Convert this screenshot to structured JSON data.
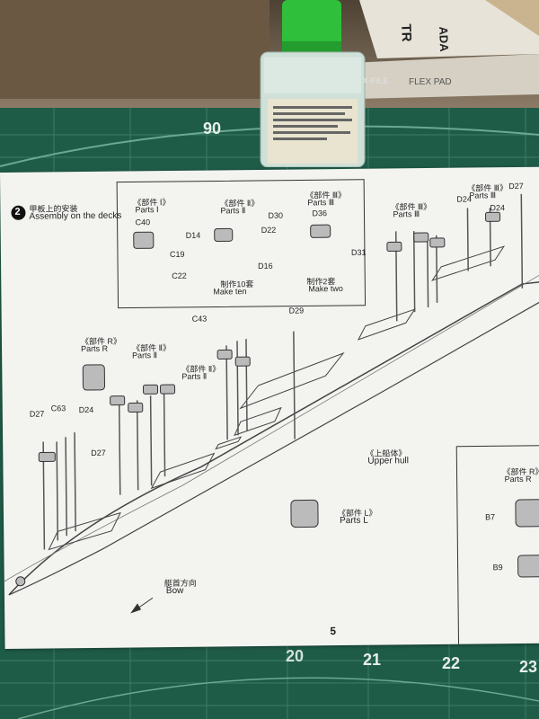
{
  "mat_labels": [
    "90",
    "20",
    "21",
    "22",
    "23"
  ],
  "bottle": {
    "brand": "X-FILE",
    "cap_color": "#2fbf3a"
  },
  "box_texts": [
    "TR",
    "ADA",
    "FLEX PAD"
  ],
  "instruction": {
    "step_number": "2",
    "title_zh": "甲板上的安装",
    "title_en": "Assembly on the decks",
    "page_number": "5",
    "inset_left": {
      "title_zh": "《部件 Ⅰ》",
      "title_en": "Parts Ⅰ",
      "parts": [
        "C40",
        "C19",
        "C22"
      ]
    },
    "inset_middle": {
      "title_zh": "《部件 Ⅱ》",
      "title_en": "Parts Ⅱ",
      "parts": [
        "D30",
        "D14",
        "D22",
        "D16"
      ],
      "note_zh": "制作10套",
      "note_en": "Make ten"
    },
    "inset_right": {
      "title_zh": "《部件 Ⅲ》",
      "title_en": "Parts Ⅲ",
      "parts": [
        "D36",
        "D31"
      ],
      "note_zh": "制作2套",
      "note_en": "Make two"
    },
    "upper_hull": {
      "zh": "《上船体》",
      "en": "Upper hull"
    },
    "bow": {
      "zh": "艇首方向",
      "en": "Bow"
    },
    "parts_l": {
      "zh": "《部件 L》",
      "en": "Parts L"
    },
    "parts_r_left": {
      "zh": "《部件 R》",
      "en": "Parts R"
    },
    "parts_r_right": {
      "zh": "《部件 R》",
      "en": "Parts R",
      "parts": [
        "B7",
        "B9"
      ]
    },
    "parts_ii_labels": [
      {
        "zh": "《部件 Ⅱ》",
        "en": "Parts Ⅱ"
      },
      {
        "zh": "《部件 Ⅱ》",
        "en": "Parts Ⅱ"
      },
      {
        "zh": "《部件 Ⅱ》",
        "en": "Parts Ⅱ"
      }
    ],
    "parts_iii_top": {
      "zh": "《部件 Ⅲ》",
      "en": "Parts Ⅲ"
    },
    "callouts": [
      "C43",
      "D29",
      "D27",
      "C63",
      "D24",
      "D27",
      "D24",
      "D24",
      "D27"
    ]
  }
}
